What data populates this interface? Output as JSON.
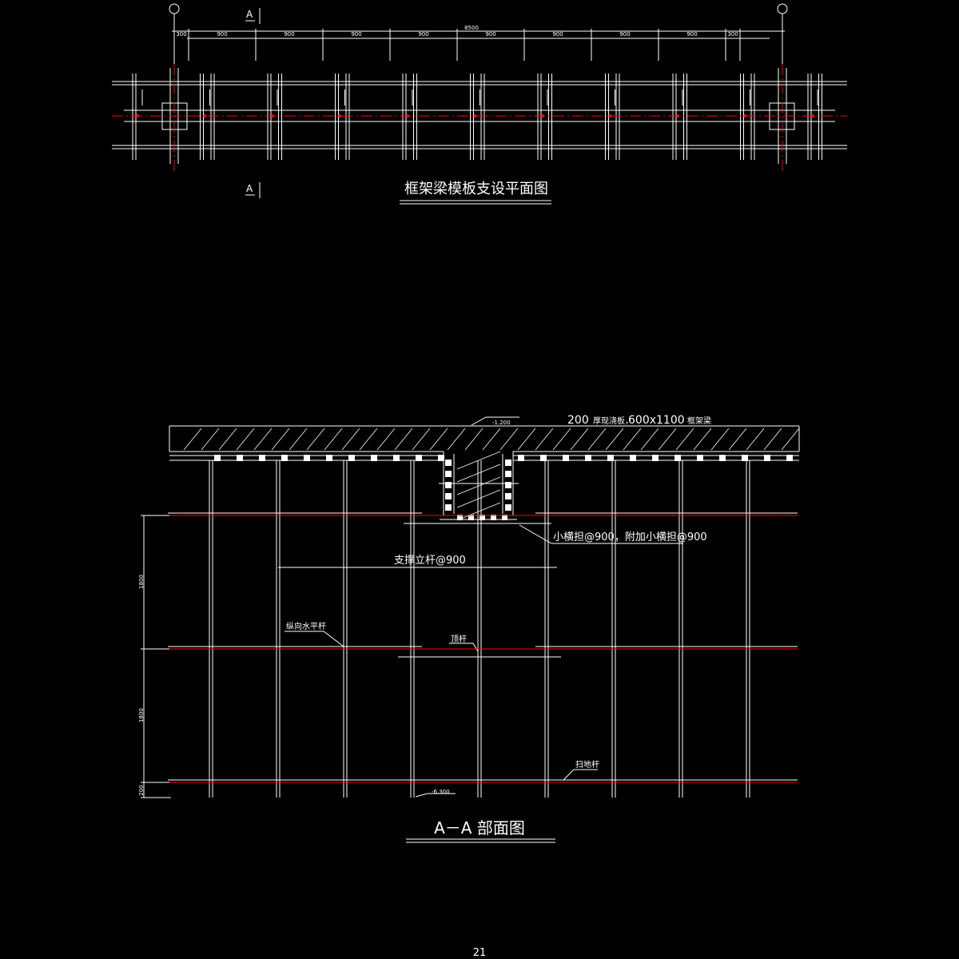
{
  "plan": {
    "title": "框架梁模板支设平面图",
    "section_mark": "A",
    "total_dim": "8500",
    "spans": [
      "300",
      "900",
      "900",
      "900",
      "900",
      "900",
      "900",
      "900",
      "900",
      "300"
    ]
  },
  "section": {
    "title": "A－A 部面图",
    "slab_label_num": "200",
    "slab_label_txt": "厚现浇板，",
    "beam_dim": "600x1100",
    "beam_label_txt": "框架梁",
    "top_level": "-1.200",
    "ledger_label": "小横担@900，附加小横担@900",
    "post_label": "支撑立杆@900",
    "long_bar_label": "纵向水平杆",
    "top_bar_label": "顶杆",
    "sweep_bar_label": "扫地杆",
    "bottom_level": "-6.300",
    "height_dims": [
      "1800",
      "1800",
      "200"
    ]
  },
  "page_number": "21",
  "colors": {
    "lines": "#ffffff",
    "axis": "#ff0000"
  }
}
